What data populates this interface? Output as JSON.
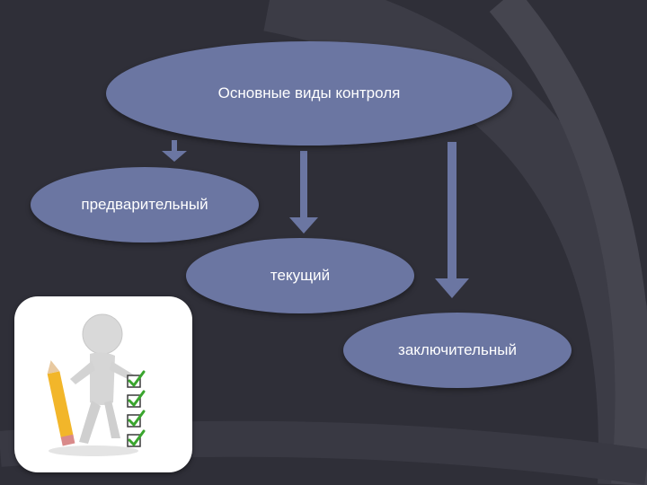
{
  "diagram": {
    "root": {
      "label": "Основные виды контроля"
    },
    "children": [
      {
        "id": "pre",
        "label": "предварительный"
      },
      {
        "id": "cur",
        "label": "текущий"
      },
      {
        "id": "fin",
        "label": "заключительный"
      }
    ]
  },
  "colors": {
    "background": "#2f2f38",
    "node_fill": "#6b76a2",
    "arrow": "#6b76a2",
    "text": "#ffffff"
  },
  "illustration": {
    "icon": "person-with-pencil-checklist-icon",
    "checks": 4
  }
}
